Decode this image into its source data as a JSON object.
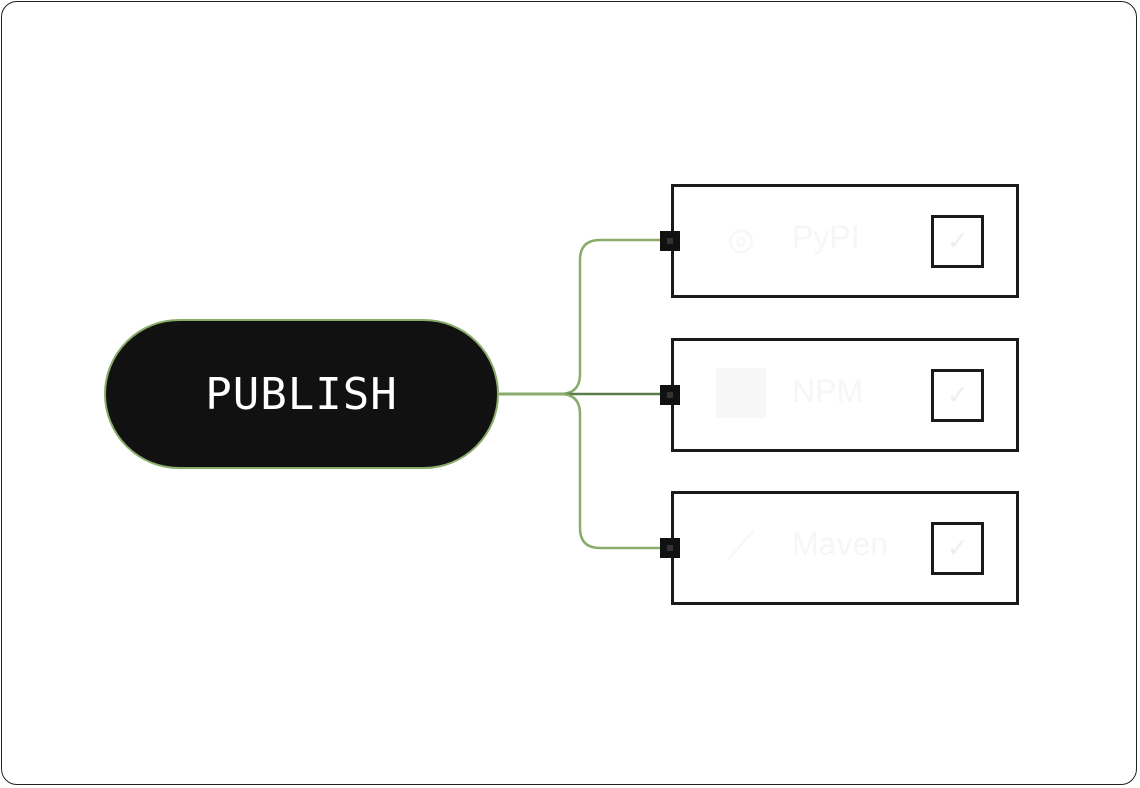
{
  "source": {
    "label": "PUBLISH"
  },
  "targets": [
    {
      "label": "PyPI",
      "icon": "python-icon",
      "checked": true
    },
    {
      "label": "NPM",
      "icon": "npm-icon",
      "checked": true
    },
    {
      "label": "Maven",
      "icon": "maven-icon",
      "checked": true
    }
  ],
  "colors": {
    "wire": "#8aac6a",
    "node": "#111111"
  }
}
